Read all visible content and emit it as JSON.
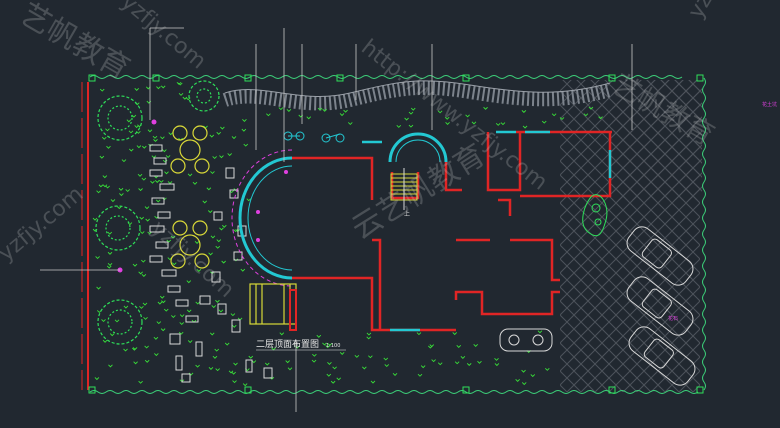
{
  "canvas": {
    "background": "#212830"
  },
  "drawing": {
    "title": "二层顶面布置图",
    "scale": "1:100",
    "tag_a": "花土坑",
    "tag_b": "花石",
    "stair_label": "上"
  },
  "watermarks": {
    "brand_cn": "云艺帆教育",
    "brand_cn_short": "艺帆教育",
    "url_main": "http://www.yzfjy.com",
    "url_short": "yzfjy.com"
  },
  "colors": {
    "boundary": "#3cd27a",
    "hedge": "#2ee05a",
    "grass": "#38e038",
    "wall": "#e02525",
    "glass": "#23c8d2",
    "stone": "#9aa0a8",
    "yellow": "#d8d838",
    "magenta": "#e040e0",
    "white_line": "#d8d8d8",
    "paving": "#5a6068"
  }
}
